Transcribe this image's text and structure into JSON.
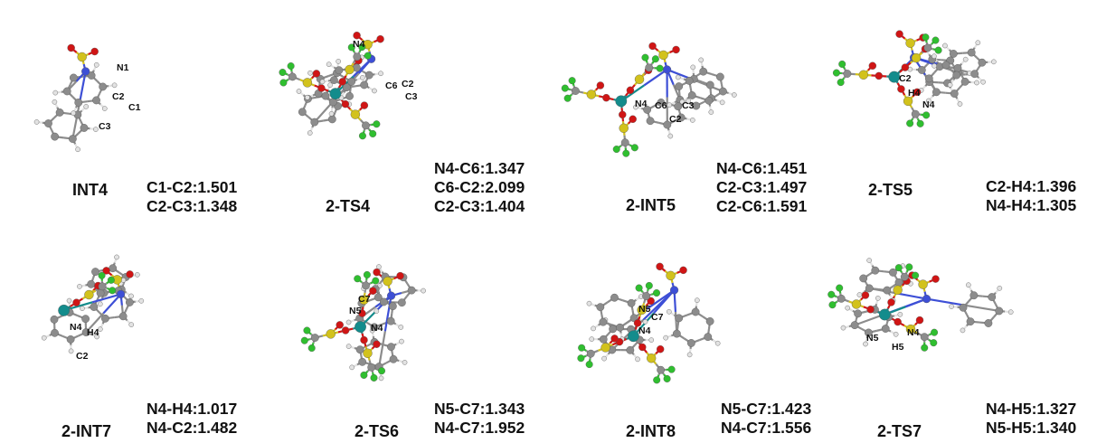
{
  "colors": {
    "carbon": "#8c8c8c",
    "hydrogen": "#e2e2e2",
    "nitrogen": "#3d4fd6",
    "oxygen": "#d01515",
    "sulfur": "#d2c21c",
    "fluorine": "#2fbf2f",
    "metal": "#138c8c",
    "text": "#111111"
  },
  "panels": [
    {
      "name": "INT4",
      "lines": [
        "C1-C2:1.501",
        "C2-C3:1.348"
      ],
      "atom_labels": [
        "N1",
        "C2",
        "C1",
        "C3"
      ]
    },
    {
      "name": "2-TS4",
      "lines": [
        "N4-C6:1.347",
        "C6-C2:2.099",
        "C2-C3:1.404"
      ],
      "atom_labels": [
        "N4",
        "C6",
        "C2",
        "C3"
      ]
    },
    {
      "name": "2-INT5",
      "lines": [
        "N4-C6:1.451",
        "C2-C3:1.497",
        "C2-C6:1.591"
      ],
      "atom_labels": [
        "N4",
        "C6",
        "C3",
        "C2"
      ]
    },
    {
      "name": "2-TS5",
      "lines": [
        "C2-H4:1.396",
        "N4-H4:1.305"
      ],
      "atom_labels": [
        "C2",
        "H4",
        "N4"
      ]
    },
    {
      "name": "2-INT7",
      "lines": [
        "N4-H4:1.017",
        "N4-C2:1.482"
      ],
      "atom_labels": [
        "N4",
        "H4",
        "C2"
      ]
    },
    {
      "name": "2-TS6",
      "lines": [
        "N5-C7:1.343",
        "N4-C7:1.952"
      ],
      "atom_labels": [
        "C7",
        "N5",
        "N4"
      ]
    },
    {
      "name": "2-INT8",
      "lines": [
        "N5-C7:1.423",
        "N4-C7:1.556"
      ],
      "atom_labels": [
        "N5",
        "C7",
        "N4"
      ]
    },
    {
      "name": "2-TS7",
      "lines": [
        "N4-H5:1.327",
        "N5-H5:1.340"
      ],
      "atom_labels": [
        "N5",
        "N4",
        "H5"
      ]
    }
  ]
}
